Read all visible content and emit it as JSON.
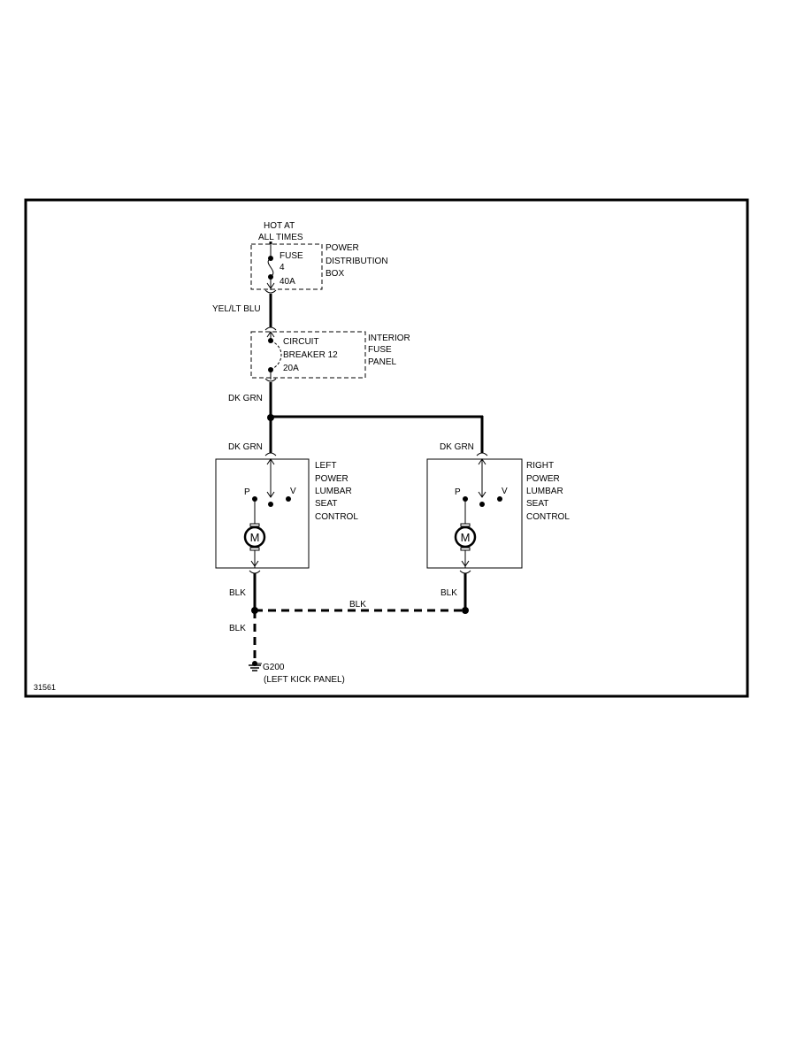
{
  "power": {
    "hot_line1": "HOT AT",
    "hot_line2": "ALL TIMES",
    "fuse_name": "FUSE",
    "fuse_number": "4",
    "fuse_rating": "40A",
    "box_line1": "POWER",
    "box_line2": "DISTRIBUTION",
    "box_line3": "BOX"
  },
  "breaker": {
    "line1": "CIRCUIT",
    "line2": "BREAKER 12",
    "line3": "20A",
    "panel_line1": "INTERIOR",
    "panel_line2": "FUSE",
    "panel_line3": "PANEL"
  },
  "wires": {
    "feed": "YEL/LT BLU",
    "breaker_out": "DK GRN",
    "left_in": "DK GRN",
    "right_in": "DK GRN",
    "left_ground": "BLK",
    "right_ground": "BLK",
    "ground_link": "BLK",
    "ground_drop": "BLK"
  },
  "left_control": {
    "label_line1": "LEFT",
    "label_line2": "POWER",
    "label_line3": "LUMBAR",
    "label_line4": "SEAT",
    "label_line5": "CONTROL",
    "pin_p": "P",
    "pin_v": "V",
    "motor": "M"
  },
  "right_control": {
    "label_line1": "RIGHT",
    "label_line2": "POWER",
    "label_line3": "LUMBAR",
    "label_line4": "SEAT",
    "label_line5": "CONTROL",
    "pin_p": "P",
    "pin_v": "V",
    "motor": "M"
  },
  "ground": {
    "id": "G200",
    "location": "(LEFT KICK PANEL)"
  },
  "diagram_code": "31561"
}
